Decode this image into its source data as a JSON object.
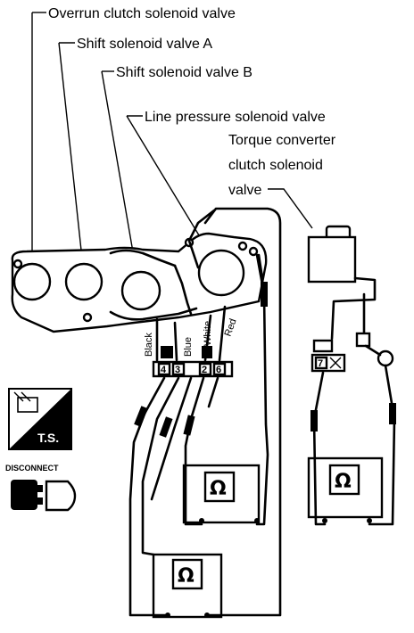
{
  "labels": {
    "overrun": "Overrun clutch solenoid valve",
    "shift_a": "Shift solenoid valve A",
    "shift_b": "Shift solenoid valve B",
    "line_pressure": "Line pressure solenoid valve",
    "tcc_line1": "Torque converter",
    "tcc_line2": "clutch solenoid",
    "tcc_line3": "valve"
  },
  "wires": {
    "black": "Black",
    "blue": "Blue",
    "white": "White",
    "red": "Red"
  },
  "pins": {
    "p4": "4",
    "p3": "3",
    "p2": "2",
    "p6": "6",
    "p7": "7"
  },
  "meters": {
    "symbol": "Ω"
  },
  "badges": {
    "ts": "T.S.",
    "disconnect": "DISCONNECT"
  }
}
